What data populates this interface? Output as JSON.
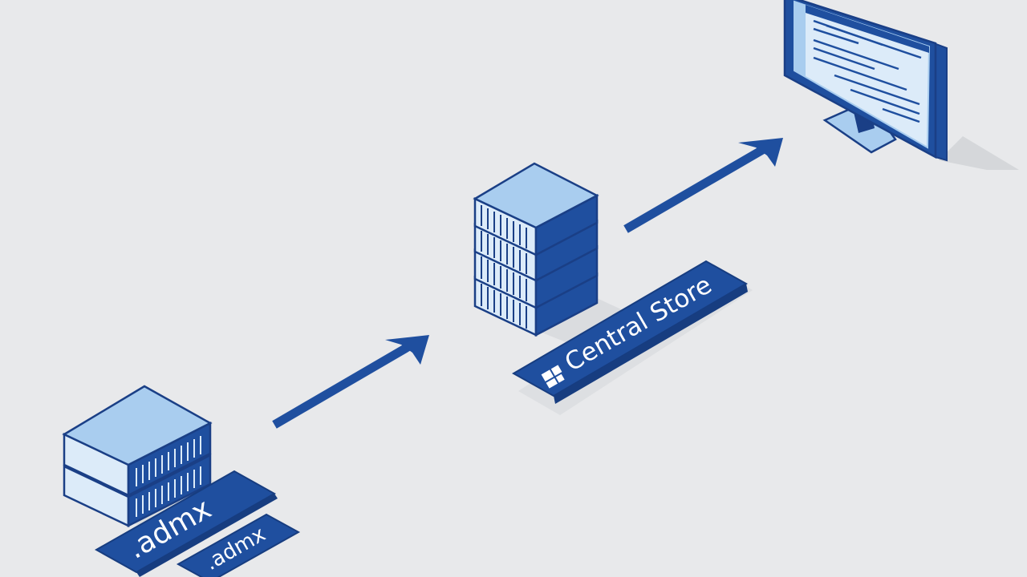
{
  "labels": {
    "admx_large": ".admx",
    "admx_small": ".admx",
    "central_store": "Central Store"
  },
  "icons": {
    "local_stack": "server-stack-icon",
    "central_stack": "server-stack-icon",
    "store_glyph": "puzzle-icon",
    "client": "monitor-icon",
    "arrow": "arrow-icon"
  },
  "colors": {
    "background": "#e8e9eb",
    "primary_blue": "#1f4f9f",
    "light_blue": "#a9cdef",
    "side_blue": "#dcebf9",
    "outline": "#1a3f86"
  }
}
